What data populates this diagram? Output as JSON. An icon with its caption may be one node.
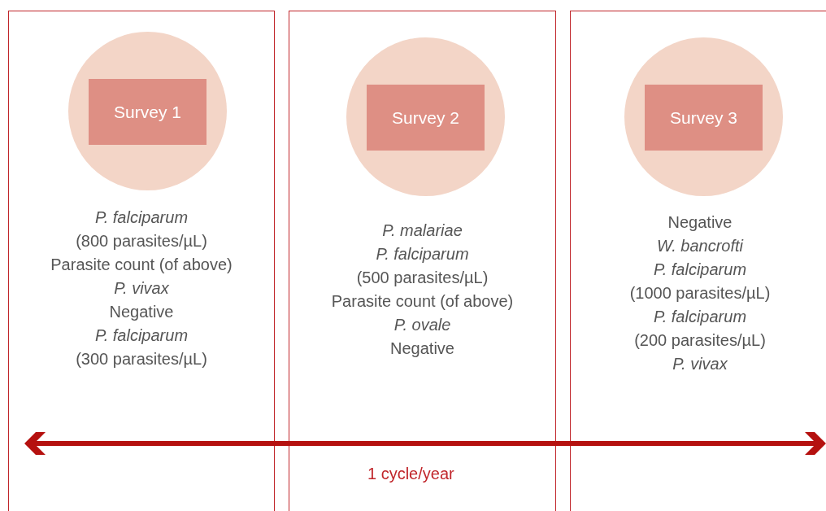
{
  "diagram": {
    "nodes": [
      {
        "text": [
          "*P. falciparum*",
          "(800 parasites/µL)",
          "Parasite count (of above)",
          "*P. vivax*",
          "Negative",
          "*P. falciparum*",
          "(300 parasites/µL)"
        ]
      },
      {
        "text": [],
        "shape": "circle",
        "in": 0
      },
      {
        "text": [
          "Survey 1"
        ],
        "in": 1
      },
      {
        "text": [
          "*P. malariae*",
          "*P. falciparum*",
          "(500 parasites/µL)",
          "Parasite count (of above)",
          "*P. ovale*",
          "Negative"
        ]
      },
      {
        "text": [],
        "shape": "circle",
        "in": 3
      },
      {
        "text": [
          "Survey 2"
        ],
        "in": 4
      },
      {
        "text": [
          "Negative",
          "*W. bancrofti*",
          "*P. falciparum*",
          "(1000 parasites/µL)",
          "*P. falciparum*",
          "(200 parasites/µL)",
          "*P. vivax*"
        ]
      },
      {
        "text": [],
        "shape": "circle",
        "in": 6
      },
      {
        "text": [
          "Survey 3"
        ],
        "in": 7
      }
    ],
    "labels": [
      "1 cycle/year"
    ]
  }
}
